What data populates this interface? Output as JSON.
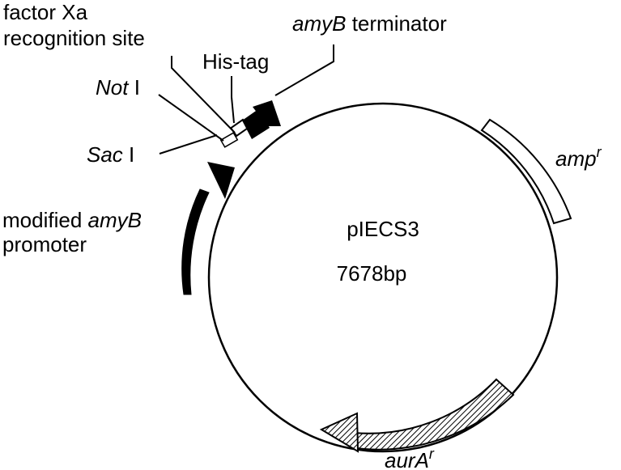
{
  "plasmid": {
    "name": "pIECS3",
    "size": "7678bp"
  },
  "labels": {
    "factor_xa_line1": "factor Xa",
    "factor_xa_line2": "recognition site",
    "his_tag": "His-tag",
    "amyb_terminator_gene": "amyB",
    "amyb_terminator_rest": " terminator",
    "not_i_italic": "Not",
    "not_i_rest": " I",
    "sac_i_italic": "Sac",
    "sac_i_rest": " I",
    "promoter_line1_plain": "modified ",
    "promoter_line1_gene": "amyB",
    "promoter_line2": "promoter",
    "amp_gene": "amp",
    "amp_sup": "r",
    "aura_gene": "aurA",
    "aura_sup": "r"
  },
  "colors": {
    "line": "#000000",
    "fill_black": "#000000",
    "fill_white": "#ffffff"
  }
}
